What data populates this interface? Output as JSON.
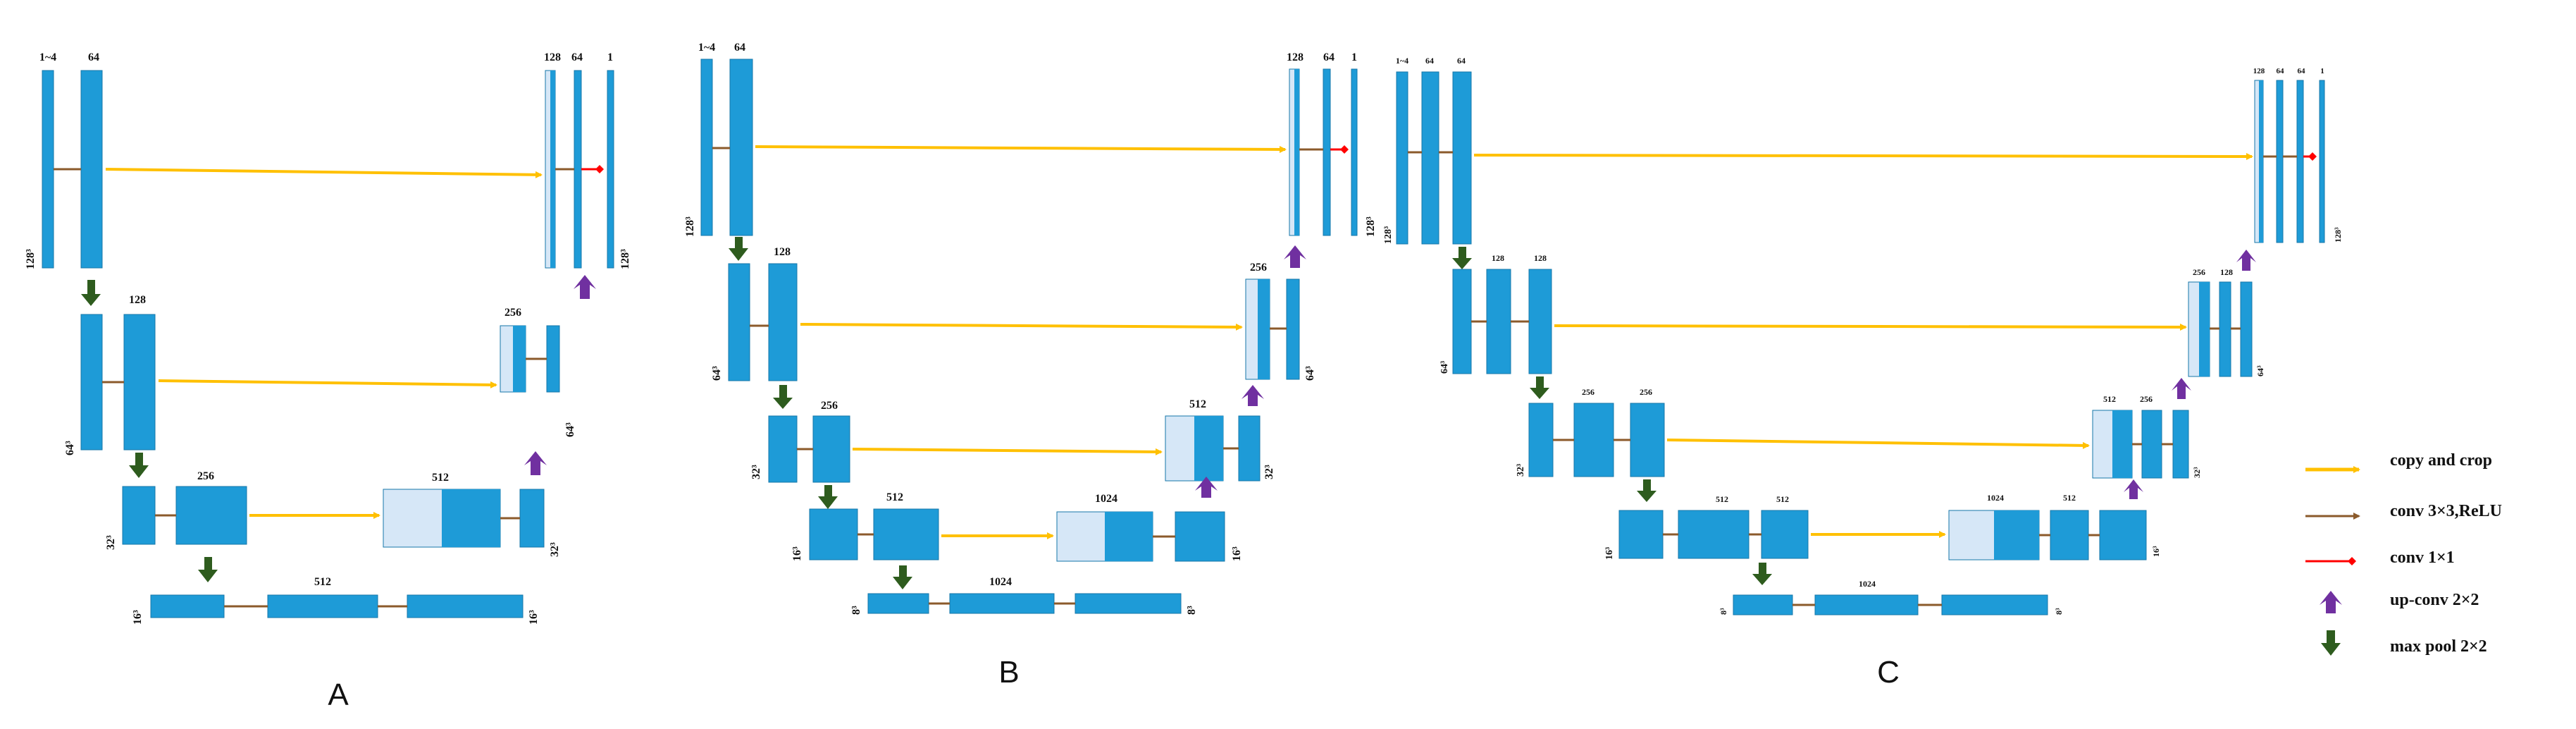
{
  "diagrams": [
    {
      "caption": "A",
      "input_channels": "1~4",
      "levels": [
        {
          "enc": [
            "64"
          ],
          "dec": [
            "128",
            "64",
            "1"
          ],
          "size_left": "128³",
          "size_right": "128³"
        },
        {
          "enc": [
            "128"
          ],
          "dec": [
            "256"
          ],
          "size_left": "64³",
          "size_right": "64³"
        },
        {
          "enc": [
            "256"
          ],
          "dec": [
            "512"
          ],
          "size_left": "32³",
          "size_right": "32³"
        },
        {
          "enc": [
            "512"
          ],
          "dec": [],
          "size_left": "16³",
          "size_right": "16³"
        }
      ]
    },
    {
      "caption": "B",
      "input_channels": "1~4",
      "levels": [
        {
          "enc": [
            "64"
          ],
          "dec": [
            "128",
            "64",
            "1"
          ],
          "size_left": "128³",
          "size_right": "128³"
        },
        {
          "enc": [
            "128"
          ],
          "dec": [
            "256"
          ],
          "size_left": "64³",
          "size_right": "64³"
        },
        {
          "enc": [
            "256"
          ],
          "dec": [
            "512"
          ],
          "size_left": "32³",
          "size_right": "32³"
        },
        {
          "enc": [
            "512"
          ],
          "dec": [
            "1024"
          ],
          "size_left": "16³",
          "size_right": "16³"
        },
        {
          "enc": [
            "1024"
          ],
          "dec": [],
          "size_left": "8³",
          "size_right": "8³"
        }
      ]
    },
    {
      "caption": "C",
      "input_channels": "1~4",
      "levels": [
        {
          "enc": [
            "64",
            "64"
          ],
          "dec": [
            "128",
            "64",
            "64",
            "1"
          ],
          "size_left": "128³",
          "size_right": "128³"
        },
        {
          "enc": [
            "128",
            "128"
          ],
          "dec": [
            "256",
            "128"
          ],
          "size_left": "64³",
          "size_right": "64³"
        },
        {
          "enc": [
            "256",
            "256"
          ],
          "dec": [
            "512",
            "256"
          ],
          "size_left": "32³",
          "size_right": "32³"
        },
        {
          "enc": [
            "512",
            "512"
          ],
          "dec": [
            "1024",
            "512"
          ],
          "size_left": "16³",
          "size_right": "16³"
        },
        {
          "enc": [
            "1024"
          ],
          "dec": [],
          "size_left": "8³",
          "size_right": "8³"
        }
      ]
    }
  ],
  "legend": [
    {
      "label": "copy and crop",
      "icon": "yellow-arrow-icon",
      "color": "#FFC000"
    },
    {
      "label": "conv 3×3,ReLU",
      "icon": "brown-arrow-icon",
      "color": "#8B5A2B"
    },
    {
      "label": "conv 1×1",
      "icon": "red-diamond-arrow-icon",
      "color": "#FF0000"
    },
    {
      "label": "up-conv 2×2",
      "icon": "purple-up-arrow-icon",
      "color": "#7030A0"
    },
    {
      "label": "max pool 2×2",
      "icon": "green-down-arrow-icon",
      "color": "#2E5C1E"
    }
  ],
  "colors": {
    "block": "#1E9BD7",
    "block_stroke": "#1777A8",
    "concat": "#D6E7F7",
    "copy": "#FFC000",
    "conv": "#8B5A2B",
    "conv1": "#FF0000",
    "upconv": "#7030A0",
    "pool": "#2E5C1E"
  }
}
